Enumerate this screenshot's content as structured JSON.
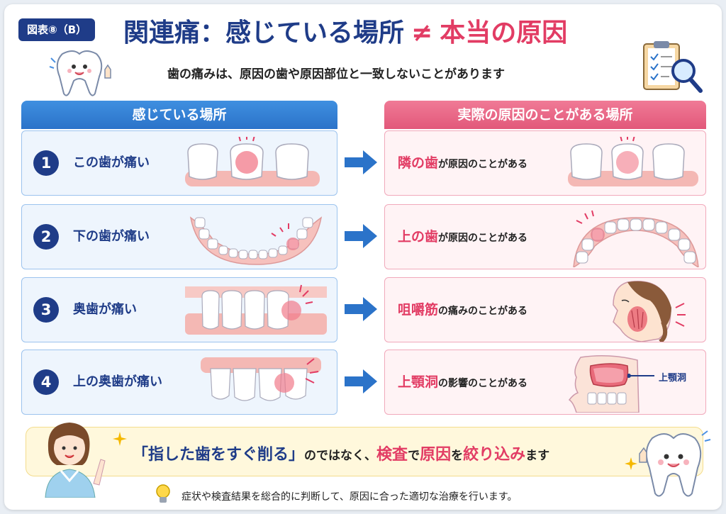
{
  "badge": "図表⑧（B）",
  "title": {
    "part1": "関連痛：感じている場所",
    "neq": "≠",
    "part2": "本当の原因"
  },
  "subtitle": "歯の痛みは、原因の歯や原因部位と一致しないことがあります",
  "columns": {
    "left": "感じている場所",
    "right": "実際の原因のことがある場所"
  },
  "rows": [
    {
      "num": "1",
      "felt_hl": "この歯",
      "felt_rest": "が痛い",
      "cause_hl": "隣の歯",
      "cause_rest": "が原因のことがある"
    },
    {
      "num": "2",
      "felt_hl": "下の歯",
      "felt_rest": "が痛い",
      "cause_hl": "上の歯",
      "cause_rest": "が原因のことがある"
    },
    {
      "num": "3",
      "felt_hl": "奥歯",
      "felt_rest": "が痛い",
      "cause_hl": "咀嚼筋",
      "cause_rest": "の痛みのことがある"
    },
    {
      "num": "4",
      "felt_hl": "上の奥歯",
      "felt_rest": "が痛い",
      "cause_hl": "上顎洞",
      "cause_rest": "の影響のことがある"
    }
  ],
  "sinus_label": "上顎洞",
  "bottom": {
    "q_open": "「",
    "main": "指した歯をすぐ削る",
    "q_close": "」",
    "mid": "のではなく、",
    "kensa": "検査",
    "de": "で",
    "genin": "原因",
    "wo": "を",
    "shibori": "絞り込み",
    "masu": "ます"
  },
  "note": "症状や検査結果を総合的に判断して、原因に合った適切な治療を行います。",
  "colors": {
    "navy": "#1f3c88",
    "pink": "#e23c64",
    "blue_head": "#2b73c9",
    "pink_head": "#e2587a"
  },
  "icons": [
    "tooth-mascot-icon",
    "clipboard-icon",
    "magnifier-icon",
    "arrow-right-icon",
    "nurse-icon",
    "lightbulb-icon",
    "sparkle-icon"
  ]
}
